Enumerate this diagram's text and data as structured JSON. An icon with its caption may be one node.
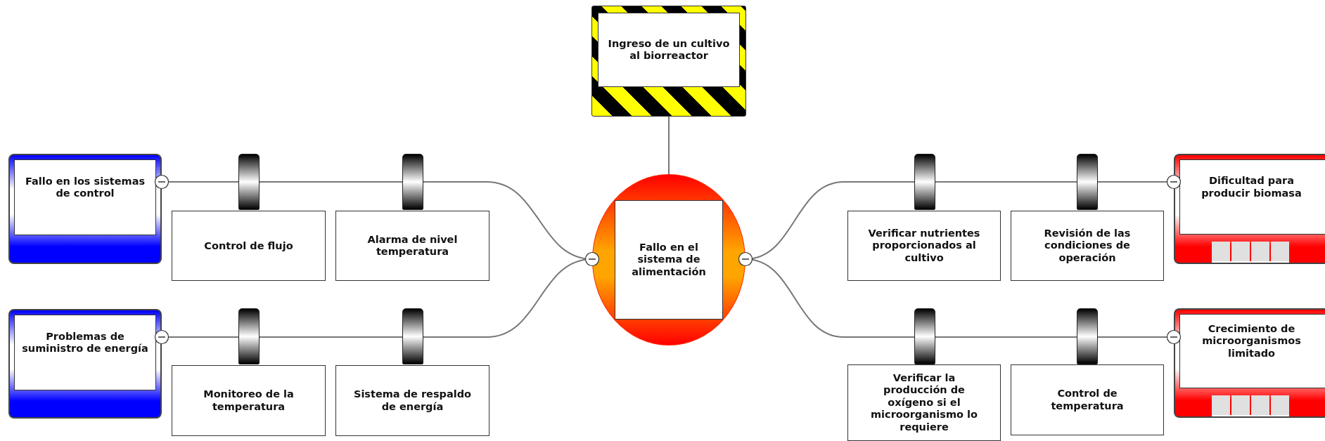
{
  "diagram": {
    "nodes": [
      {
        "text": [
          "Ingreso de un cultivo al biorreactor"
        ]
      },
      {
        "text": [
          "Fallo en el sistema de alimentación"
        ]
      },
      {
        "text": [
          "Fallo en los sistemas de control"
        ]
      },
      {
        "text": [
          "Control de flujo"
        ]
      },
      {
        "text": [
          "Alarma de nivel temperatura"
        ]
      },
      {
        "text": [
          "Problemas de suministro de energía"
        ]
      },
      {
        "text": [
          "Monitoreo de la temperatura"
        ]
      },
      {
        "text": [
          "Sistema de respaldo de energía"
        ]
      },
      {
        "text": [
          "Verificar nutrientes proporcionados al cultivo"
        ]
      },
      {
        "text": [
          "Revisión de las condiciones de operación"
        ]
      },
      {
        "text": [
          "Dificultad para producir biomasa"
        ]
      },
      {
        "text": [
          "Verificar la producción de oxígeno si el microorganismo lo requiere"
        ]
      },
      {
        "text": [
          "Control de temperatura"
        ]
      },
      {
        "text": [
          "Crecimiento de microorganismos limitado"
        ]
      },
      {
        "text": [],
        "shape": "bar"
      },
      {
        "text": [],
        "shape": "bar"
      },
      {
        "text": [],
        "shape": "bar"
      },
      {
        "text": [],
        "shape": "bar"
      },
      {
        "text": [],
        "shape": "bar"
      },
      {
        "text": [],
        "shape": "bar"
      },
      {
        "text": [],
        "shape": "bar"
      },
      {
        "text": [],
        "shape": "bar"
      }
    ],
    "edges": [
      {
        "from": 0,
        "to": 1,
        "arrow": "none"
      },
      {
        "from": 2,
        "to": 1,
        "arrow": "none"
      },
      {
        "from": 5,
        "to": 1,
        "arrow": "none"
      },
      {
        "from": 1,
        "to": 10,
        "arrow": "none"
      },
      {
        "from": 1,
        "to": 13,
        "arrow": "none"
      }
    ]
  }
}
